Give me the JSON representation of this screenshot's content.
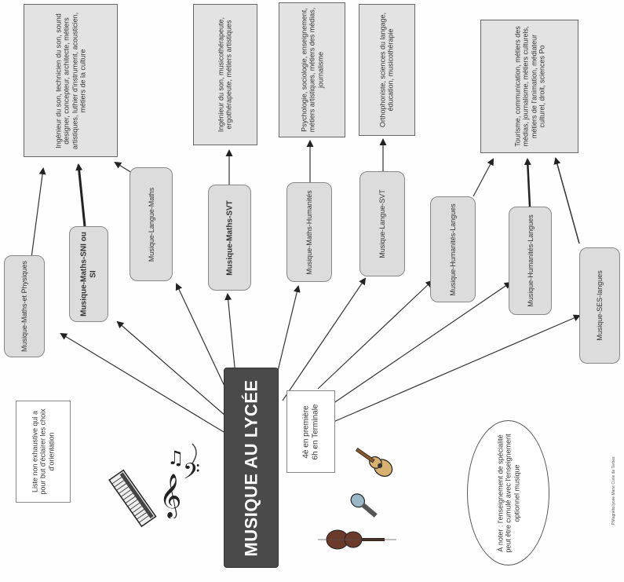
{
  "title": "MUSIQUE AU LYCÉE",
  "classes": {
    "line1": "4è en première",
    "line2": "6h en Terminale"
  },
  "intro_note": "Liste non exhaustive qui a pour but d'éclairer les choix d'orientation",
  "option_note": "À noter : l'enseignement de spécialité peut être cumulé avec l'enseignement optionnel musique",
  "credit": "P.Magnéto lycée Marie Curie de Tarbes",
  "combos": [
    {
      "label": "Musique-Maths-et Physiques",
      "bold": false
    },
    {
      "label": "Musique-Maths-SNI ou SI",
      "bold": true
    },
    {
      "label": "Musique-Langue-Maths",
      "bold": false
    },
    {
      "label": "Musique-Maths-SVT",
      "bold": true
    },
    {
      "label": "Musique-Maths-Humanités",
      "bold": false
    },
    {
      "label": "Musique-Langue-SVT",
      "bold": false
    },
    {
      "label": "Musique-Humanités-Langues",
      "bold": false
    },
    {
      "label": "Musique-Humanités-Langues",
      "bold": false
    },
    {
      "label": "Musique-SES-langues",
      "bold": false
    }
  ],
  "careers": [
    {
      "text": "Ingénieur du son, technicien du son, sound designer, concepteur, architecte, métiers artistiques, luthier d'instrument, acousticien, métiers de la culture"
    },
    {
      "text": "Ingénieur du son, musicothérapeute, ergothérapeute, métiers artistiques"
    },
    {
      "text": "Psychologie, sociologie, enseignement, métiers artistiques, métiers des médias, journalisme"
    },
    {
      "text": "Orthophoniste, sciences du langage, éducation, musicothérapie"
    },
    {
      "text": "Tourisme, communication, métiers des médias, journalisme, métiers culturels, métiers de l'animation, médiateur culturel, droit, sciences Po"
    }
  ],
  "icons": [
    "keyboard-icon",
    "music-notes-icon",
    "guitar-icon",
    "microphone-icon",
    "violin-icon"
  ]
}
